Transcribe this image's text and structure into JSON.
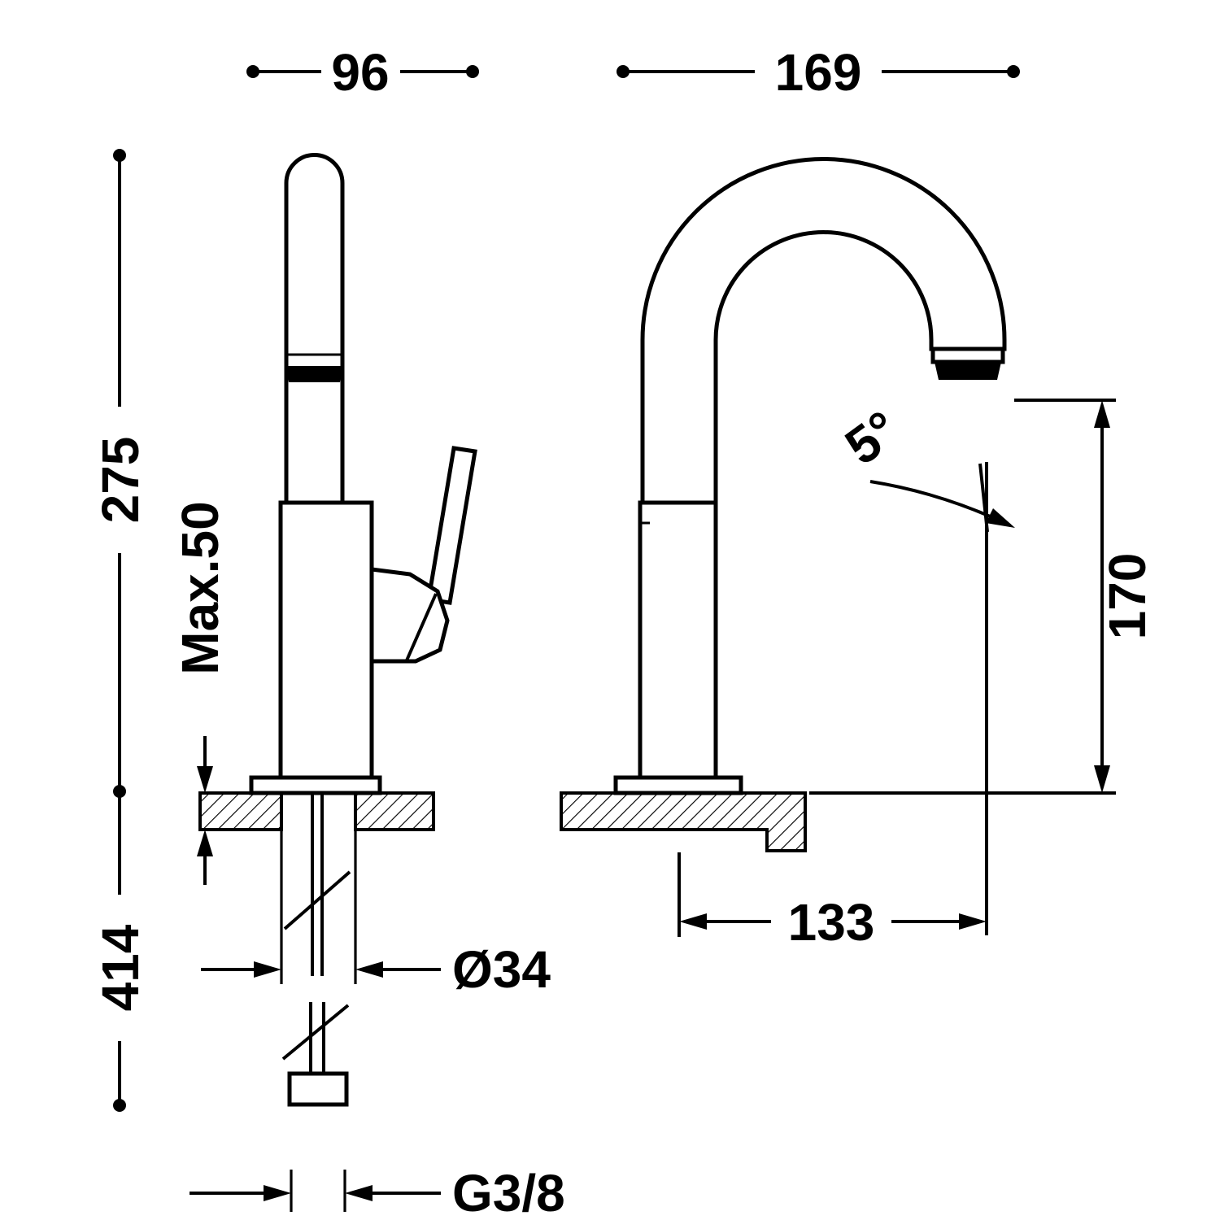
{
  "drawing": {
    "kind": "dimensional-technical-drawing",
    "subject": "single-lever basin mixer faucet, side view and front view with dimensions",
    "background_color": "#ffffff",
    "line_color": "#000000",
    "side_view": {
      "dims": {
        "overall_depth": "96",
        "height_above_deck": "275",
        "height_below_deck": "414",
        "max_deck_thickness": "Max.50",
        "hole_diameter": "Ø34",
        "inlet_thread": "G3/8"
      }
    },
    "front_view": {
      "dims": {
        "overall_width": "169",
        "outlet_height": "170",
        "spout_reach": "133",
        "spout_angle": "5°"
      }
    }
  }
}
